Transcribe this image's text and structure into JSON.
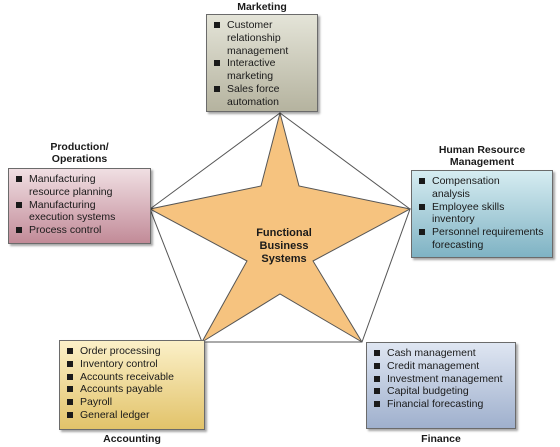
{
  "center": {
    "line1": "Functional",
    "line2": "Business",
    "line3": "Systems"
  },
  "colors": {
    "star": "#f6c37f",
    "marketing": "#c9c7b6",
    "hr": "#9fcad8",
    "production": "#dbb3bc",
    "accounting": "#f1dc8f",
    "finance": "#bdc9e0"
  },
  "marketing": {
    "title": "Marketing",
    "items": [
      {
        "l1": "Customer",
        "l2": "relationship",
        "l3": "management"
      },
      {
        "l1": "Interactive",
        "l2": "marketing"
      },
      {
        "l1": "Sales force",
        "l2": "automation"
      }
    ]
  },
  "hr": {
    "title_l1": "Human Resource",
    "title_l2": "Management",
    "items": [
      {
        "l1": "Compensation",
        "l2": "analysis"
      },
      {
        "l1": "Employee skills",
        "l2": "inventory"
      },
      {
        "l1": "Personnel requirements",
        "l2": "forecasting"
      }
    ]
  },
  "production": {
    "title_l1": "Production/",
    "title_l2": "Operations",
    "items": [
      {
        "l1": "Manufacturing",
        "l2": "resource planning"
      },
      {
        "l1": "Manufacturing",
        "l2": "execution systems"
      },
      {
        "l1": "Process control"
      }
    ]
  },
  "accounting": {
    "title": "Accounting",
    "items": [
      "Order processing",
      "Inventory control",
      "Accounts receivable",
      "Accounts payable",
      "Payroll",
      "General ledger"
    ]
  },
  "finance": {
    "title": "Finance",
    "items": [
      "Cash management",
      "Credit management",
      "Investment management",
      "Capital budgeting",
      "Financial forecasting"
    ]
  }
}
